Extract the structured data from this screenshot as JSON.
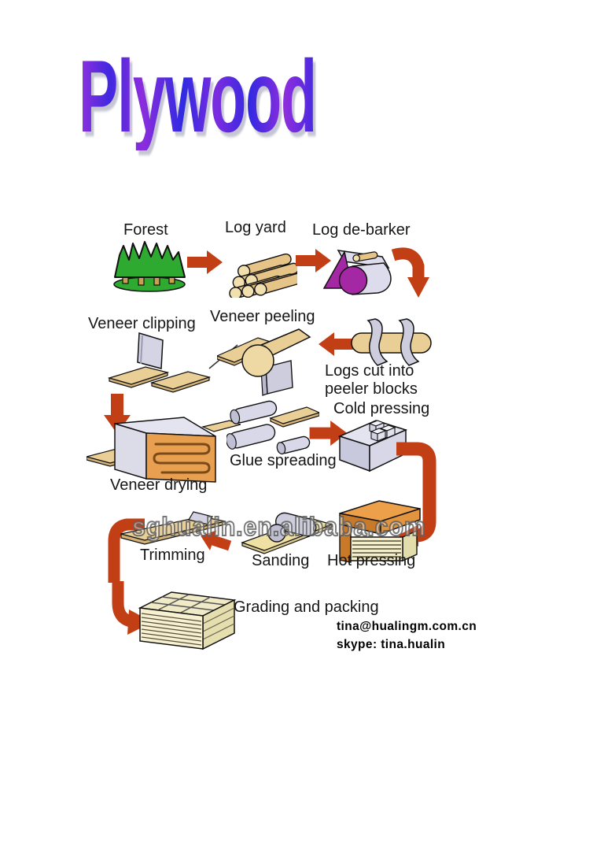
{
  "title": {
    "text": "Plywood"
  },
  "labels": {
    "forest": "Forest",
    "log_yard": "Log yard",
    "log_debarker": "Log de-barker",
    "peeler_blocks": "Logs cut into\npeeler blocks",
    "veneer_peeling": "Veneer peeling",
    "veneer_clipping": "Veneer clipping",
    "veneer_drying": "Veneer drying",
    "glue_spreading": "Glue spreading",
    "cold_pressing": "Cold pressing",
    "hot_pressing": "Hot pressing",
    "sanding": "Sanding",
    "trimming": "Trimming",
    "grading_packing": "Grading and packing"
  },
  "watermark": {
    "text": "sghualin.en.alibaba.com"
  },
  "contact": {
    "email": "tina@hualingm.com.cn",
    "skype": "skype: tina.hualin"
  },
  "colors": {
    "arrow_red": "#c23e14",
    "wood_tan": "#e9c98e",
    "wood_light": "#f2dfae",
    "machine_lavender": "#d8d8e8",
    "debarker_purple": "#a428a4",
    "tree_green": "#2faa30",
    "dryer_orange": "#e8a050",
    "press_orange": "#eda04a",
    "plywood_cream": "#f2ecca",
    "title_purple": "#8c2edd",
    "title_blue": "#2f2ae2"
  }
}
